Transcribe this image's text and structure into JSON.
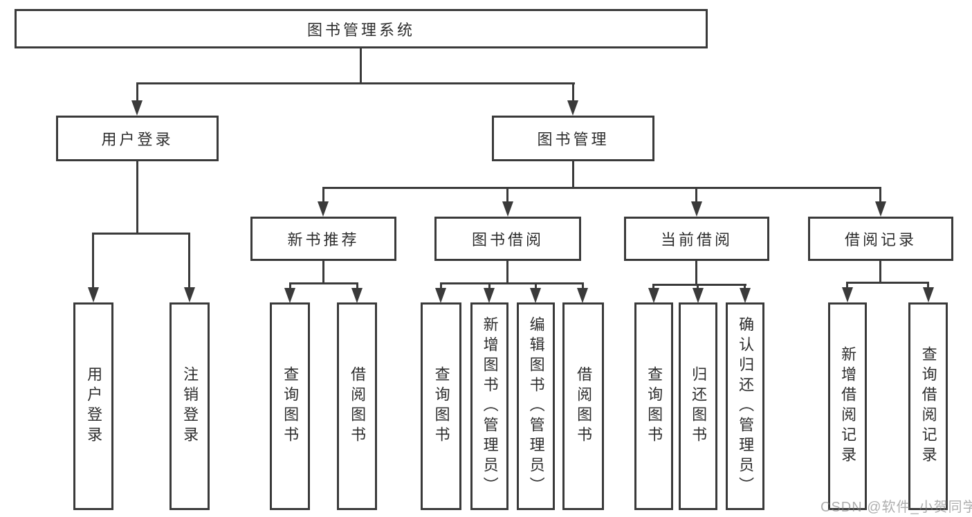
{
  "diagram": {
    "title": "图书管理系统",
    "root": {
      "label": "图书管理系统"
    },
    "level2": [
      {
        "label": "用户登录",
        "leaves": [
          {
            "label": "用户登录"
          },
          {
            "label": "注销登录"
          }
        ]
      },
      {
        "label": "图书管理",
        "groups": [
          {
            "label": "新书推荐",
            "leaves": [
              {
                "label": "查询图书"
              },
              {
                "label": "借阅图书"
              }
            ]
          },
          {
            "label": "图书借阅",
            "leaves": [
              {
                "label": "查询图书"
              },
              {
                "label": "新增图书（管理员）"
              },
              {
                "label": "编辑图书（管理员）"
              },
              {
                "label": "借阅图书"
              }
            ]
          },
          {
            "label": "当前借阅",
            "leaves": [
              {
                "label": "查询图书"
              },
              {
                "label": "归还图书"
              },
              {
                "label": "确认归还（管理员）"
              }
            ]
          },
          {
            "label": "借阅记录",
            "leaves": [
              {
                "label": "新增借阅记录"
              },
              {
                "label": "查询借阅记录"
              }
            ]
          }
        ]
      }
    ]
  },
  "watermark": {
    "text": "CSDN @软件_小贺同学"
  },
  "colors": {
    "line": "#3a3a3a",
    "box_border": "#3a3a3a",
    "text": "#2d2d2d",
    "watermark": "#7d7d7d",
    "background": "#ffffff"
  }
}
